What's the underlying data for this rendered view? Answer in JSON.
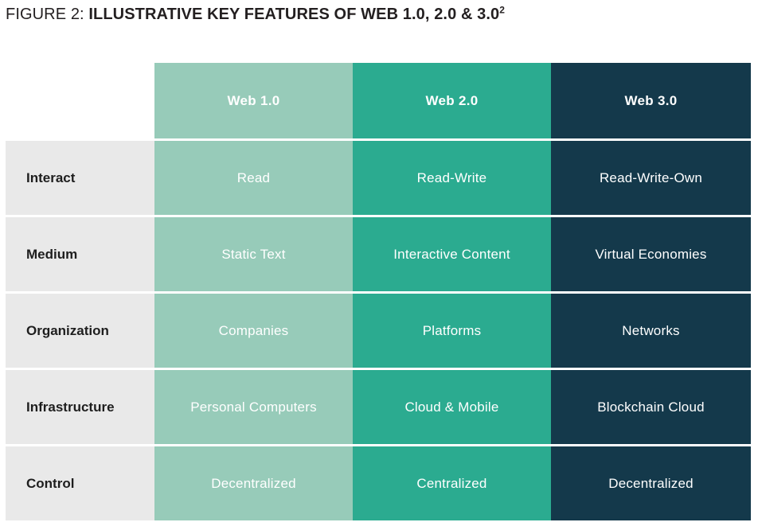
{
  "figure": {
    "label": "FIGURE 2:",
    "title": "ILLUSTRATIVE KEY FEATURES OF WEB 1.0, 2.0 & 3.0",
    "footnote_marker": "2"
  },
  "colors": {
    "web1": "#97CBB9",
    "web2": "#2BAB90",
    "web3": "#14394B",
    "label-bg": "#E9E9E9",
    "cell-text": "#FFFFFF",
    "label-text": "#1E1E1E",
    "title-text": "#231F20"
  },
  "table": {
    "columns": [
      "Web 1.0",
      "Web 2.0",
      "Web 3.0"
    ],
    "rows": [
      {
        "label": "Interact",
        "values": [
          "Read",
          "Read-Write",
          "Read-Write-Own"
        ]
      },
      {
        "label": "Medium",
        "values": [
          "Static Text",
          "Interactive Content",
          "Virtual Economies"
        ]
      },
      {
        "label": "Organization",
        "values": [
          "Companies",
          "Platforms",
          "Networks"
        ]
      },
      {
        "label": "Infrastructure",
        "values": [
          "Personal Computers",
          "Cloud & Mobile",
          "Blockchain Cloud"
        ]
      },
      {
        "label": "Control",
        "values": [
          "Decentralized",
          "Centralized",
          "Decentralized"
        ]
      }
    ]
  },
  "chart_data": {
    "type": "table",
    "title": "FIGURE 2: ILLUSTRATIVE KEY FEATURES OF WEB 1.0, 2.0 & 3.0",
    "footnote_marker": "2",
    "columns": [
      "",
      "Web 1.0",
      "Web 2.0",
      "Web 3.0"
    ],
    "rows": [
      [
        "Interact",
        "Read",
        "Read-Write",
        "Read-Write-Own"
      ],
      [
        "Medium",
        "Static Text",
        "Interactive Content",
        "Virtual Economies"
      ],
      [
        "Organization",
        "Companies",
        "Platforms",
        "Networks"
      ],
      [
        "Infrastructure",
        "Personal Computers",
        "Cloud & Mobile",
        "Blockchain Cloud"
      ],
      [
        "Control",
        "Decentralized",
        "Centralized",
        "Decentralized"
      ]
    ],
    "column_colors": {
      "Web 1.0": "#97CBB9",
      "Web 2.0": "#2BAB90",
      "Web 3.0": "#14394B"
    },
    "legend_position": "none",
    "grid": false
  }
}
